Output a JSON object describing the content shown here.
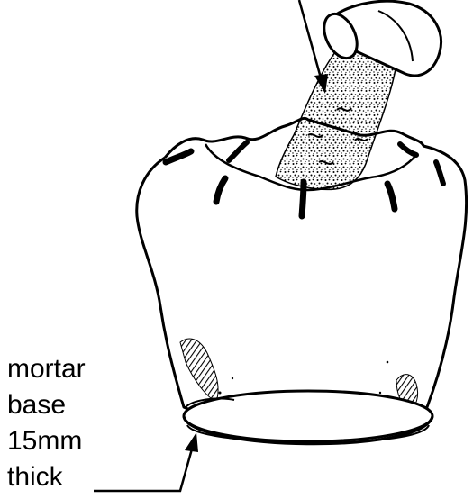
{
  "label": {
    "lines": [
      "mortar",
      "base",
      "15mm",
      "thick"
    ]
  },
  "colors": {
    "ink": "#000000",
    "paper": "#ffffff"
  }
}
